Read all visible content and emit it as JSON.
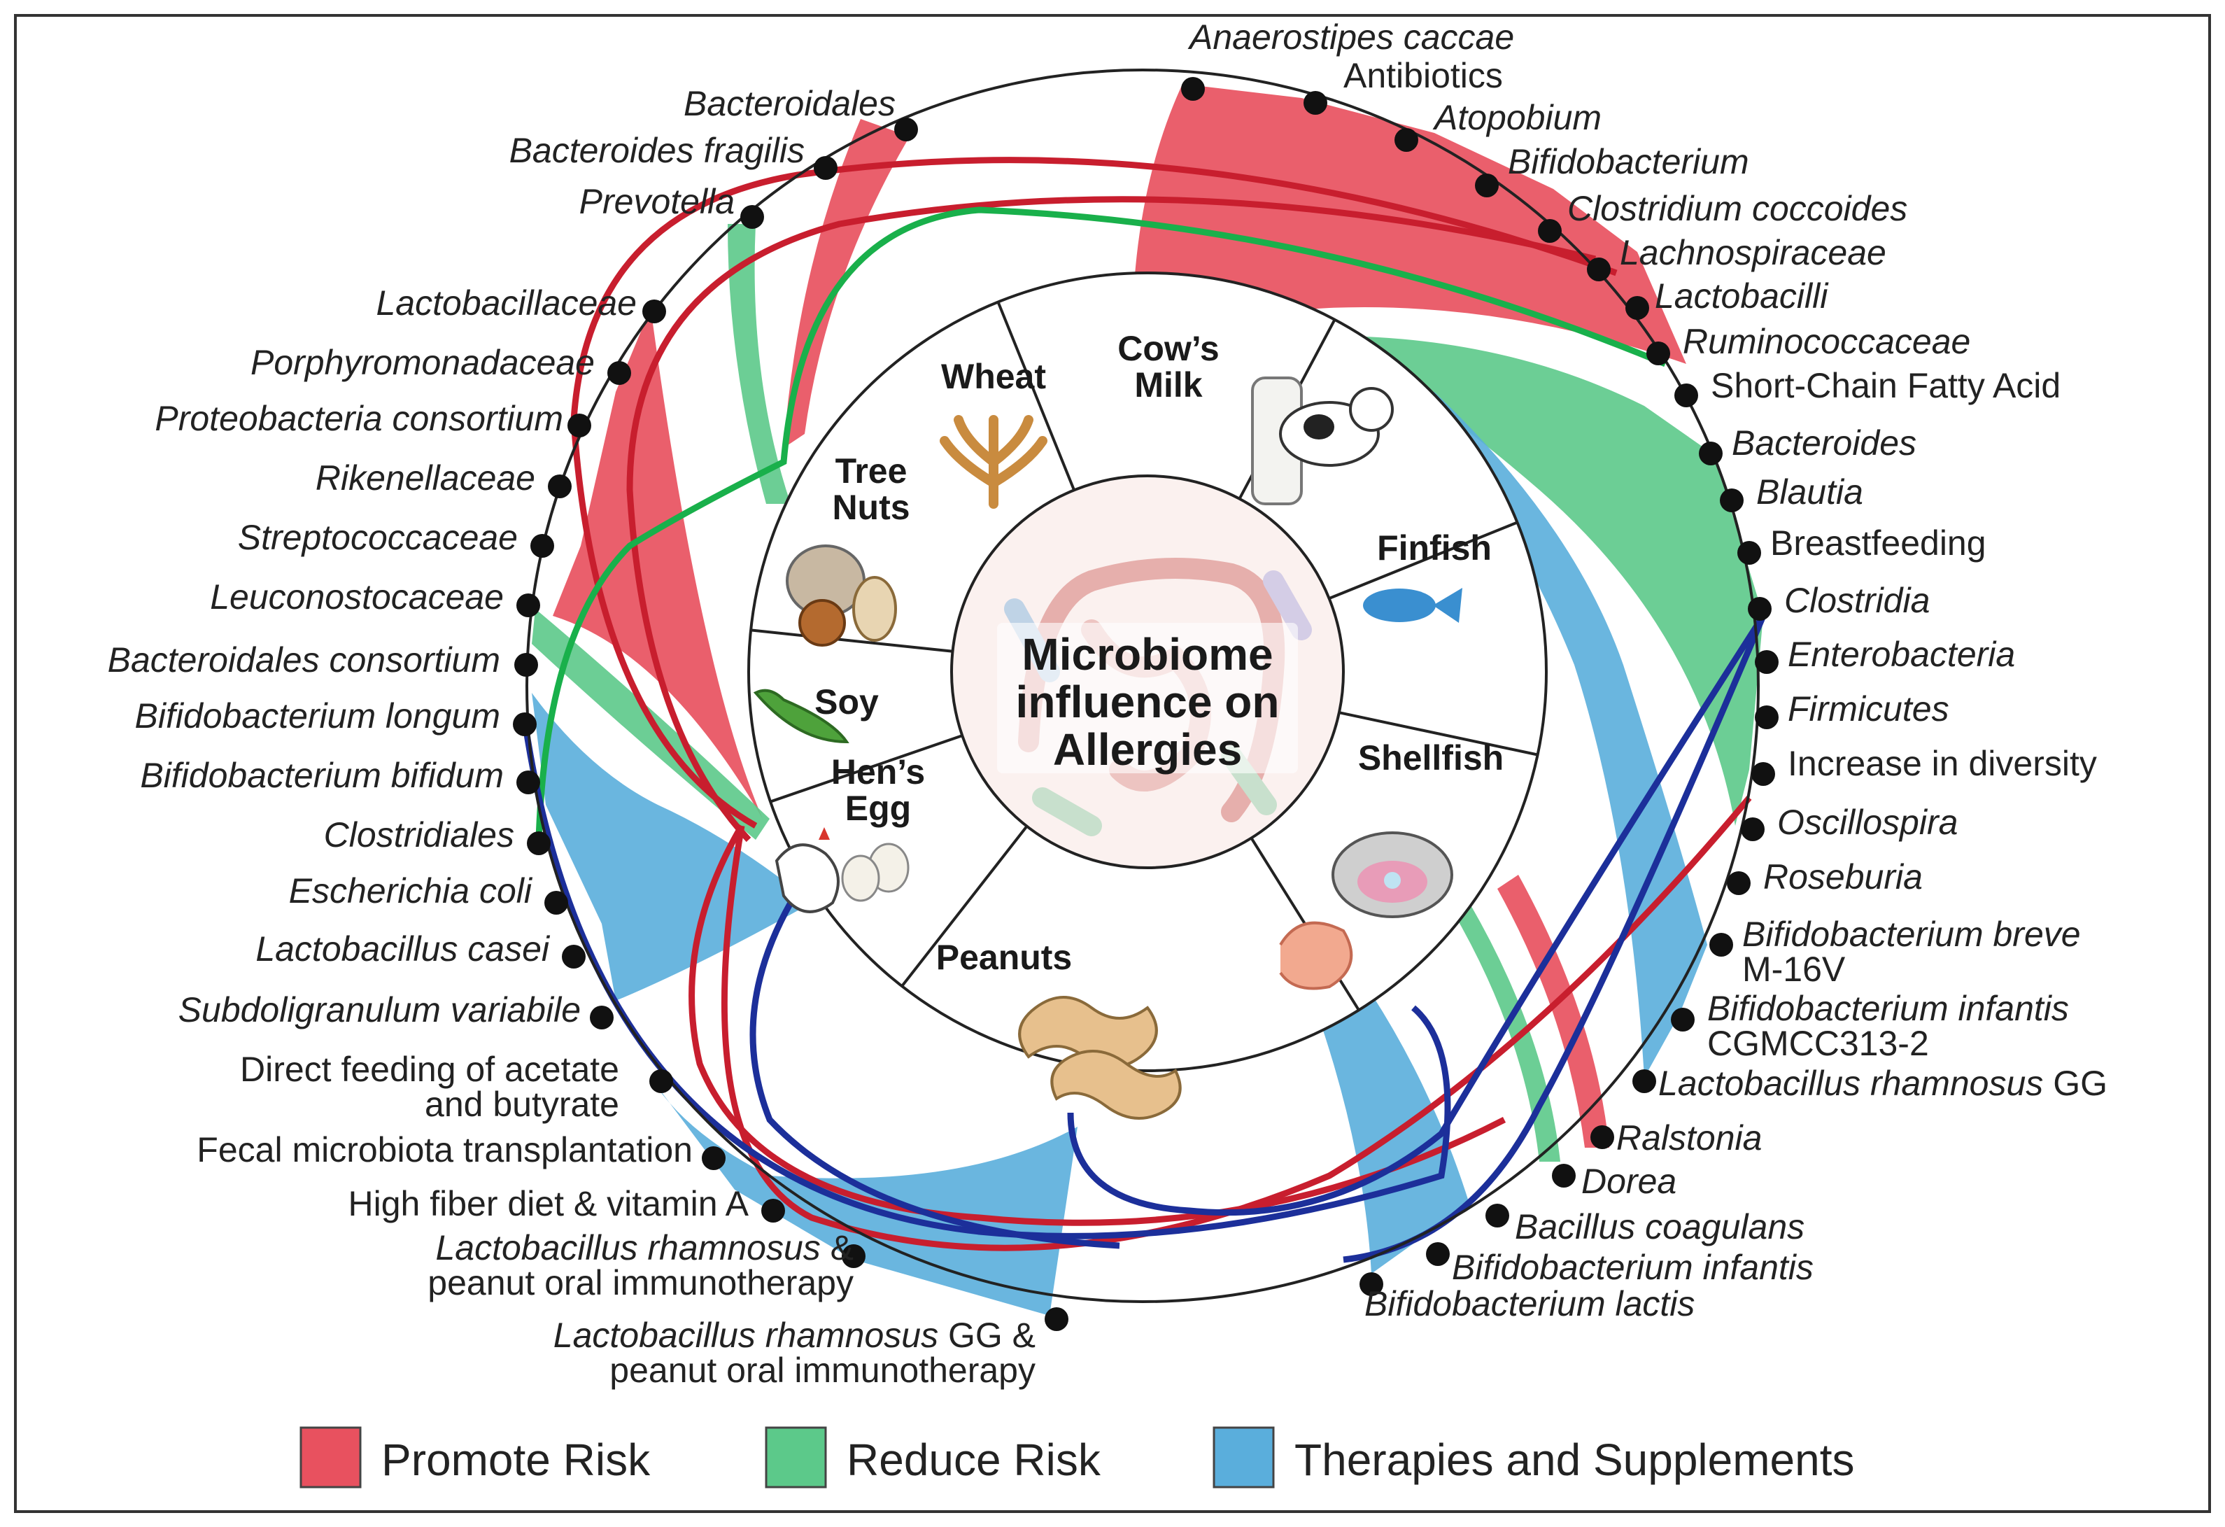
{
  "center_title": [
    "Microbiome",
    "influence on",
    "Allergies"
  ],
  "foods": [
    {
      "key": "wheat",
      "lines": [
        "Wheat"
      ]
    },
    {
      "key": "cows-milk",
      "lines": [
        "Cow’s",
        "Milk"
      ]
    },
    {
      "key": "finfish",
      "lines": [
        "Finfish"
      ]
    },
    {
      "key": "shellfish",
      "lines": [
        "Shellfish"
      ]
    },
    {
      "key": "peanuts",
      "lines": [
        "Peanuts"
      ]
    },
    {
      "key": "hens-egg",
      "lines": [
        "Hen’s",
        "Egg"
      ]
    },
    {
      "key": "soy",
      "lines": [
        "Soy"
      ]
    },
    {
      "key": "tree-nuts",
      "lines": [
        "Tree",
        "Nuts"
      ]
    }
  ],
  "labels": [
    {
      "id": "anaerostipes-caccae",
      "lines": [
        [
          {
            "t": "Anaerostipes caccae",
            "i": true
          }
        ]
      ]
    },
    {
      "id": "antibiotics",
      "lines": [
        [
          {
            "t": "Antibiotics",
            "i": false
          }
        ]
      ]
    },
    {
      "id": "atopobium",
      "lines": [
        [
          {
            "t": "Atopobium",
            "i": true
          }
        ]
      ]
    },
    {
      "id": "bifidobacterium",
      "lines": [
        [
          {
            "t": "Bifidobacterium",
            "i": true
          }
        ]
      ]
    },
    {
      "id": "clostridium-coccoides",
      "lines": [
        [
          {
            "t": "Clostridium coccoides",
            "i": true
          }
        ]
      ]
    },
    {
      "id": "lachnospiraceae",
      "lines": [
        [
          {
            "t": "Lachnospiraceae",
            "i": true
          }
        ]
      ]
    },
    {
      "id": "lactobacilli",
      "lines": [
        [
          {
            "t": "Lactobacilli",
            "i": true
          }
        ]
      ]
    },
    {
      "id": "ruminococcaceae",
      "lines": [
        [
          {
            "t": "Ruminococcaceae",
            "i": true
          }
        ]
      ]
    },
    {
      "id": "short-chain-fatty-acid",
      "lines": [
        [
          {
            "t": "Short-Chain Fatty Acid",
            "i": false
          }
        ]
      ]
    },
    {
      "id": "bacteroides",
      "lines": [
        [
          {
            "t": "Bacteroides",
            "i": true
          }
        ]
      ]
    },
    {
      "id": "blautia",
      "lines": [
        [
          {
            "t": "Blautia",
            "i": true
          }
        ]
      ]
    },
    {
      "id": "breastfeeding",
      "lines": [
        [
          {
            "t": "Breastfeeding",
            "i": false
          }
        ]
      ]
    },
    {
      "id": "clostridia",
      "lines": [
        [
          {
            "t": "Clostridia",
            "i": true
          }
        ]
      ]
    },
    {
      "id": "enterobacteria",
      "lines": [
        [
          {
            "t": "Enterobacteria",
            "i": true
          }
        ]
      ]
    },
    {
      "id": "firmicutes",
      "lines": [
        [
          {
            "t": "Firmicutes",
            "i": true
          }
        ]
      ]
    },
    {
      "id": "increase-in-diversity",
      "lines": [
        [
          {
            "t": "Increase in diversity",
            "i": false
          }
        ]
      ]
    },
    {
      "id": "oscillospira",
      "lines": [
        [
          {
            "t": "Oscillospira",
            "i": true
          }
        ]
      ]
    },
    {
      "id": "roseburia",
      "lines": [
        [
          {
            "t": "Roseburia",
            "i": true
          }
        ]
      ]
    },
    {
      "id": "bifidobacterium-breve",
      "lines": [
        [
          {
            "t": "Bifidobacterium breve",
            "i": true
          }
        ],
        [
          {
            "t": "M-16V",
            "i": false
          }
        ]
      ]
    },
    {
      "id": "bifidobacterium-infantis-cgmcc",
      "lines": [
        [
          {
            "t": "Bifidobacterium infantis",
            "i": true
          }
        ],
        [
          {
            "t": "CGMCC313-2",
            "i": false
          }
        ]
      ]
    },
    {
      "id": "lactobacillus-rhamnosus-gg",
      "lines": [
        [
          {
            "t": "Lactobacillus rhamnosus ",
            "i": true
          },
          {
            "t": "GG",
            "i": false
          }
        ]
      ]
    },
    {
      "id": "ralstonia",
      "lines": [
        [
          {
            "t": "Ralstonia",
            "i": true
          }
        ]
      ]
    },
    {
      "id": "dorea",
      "lines": [
        [
          {
            "t": "Dorea",
            "i": true
          }
        ]
      ]
    },
    {
      "id": "bacillus-coagulans",
      "lines": [
        [
          {
            "t": "Bacillus coagulans",
            "i": true
          }
        ]
      ]
    },
    {
      "id": "bifidobacterium-infantis",
      "lines": [
        [
          {
            "t": "Bifidobacterium infantis",
            "i": true
          }
        ]
      ]
    },
    {
      "id": "bifidobacterium-lactis",
      "lines": [
        [
          {
            "t": "Bifidobacterium lactis",
            "i": true
          }
        ]
      ]
    },
    {
      "id": "lgg-peanut-oit",
      "lines": [
        [
          {
            "t": "Lactobacillus rhamnosus",
            "i": true
          },
          {
            "t": " GG &",
            "i": false
          }
        ],
        [
          {
            "t": "peanut oral immunotherapy",
            "i": false
          }
        ]
      ]
    },
    {
      "id": "lr-peanut-oit",
      "lines": [
        [
          {
            "t": "Lactobacillus rhamnosus",
            "i": true
          },
          {
            "t": " &",
            "i": false
          }
        ],
        [
          {
            "t": "peanut oral immunotherapy",
            "i": false
          }
        ]
      ]
    },
    {
      "id": "high-fiber-diet",
      "lines": [
        [
          {
            "t": "High fiber diet & vitamin A",
            "i": false
          }
        ]
      ]
    },
    {
      "id": "fecal-microbiota-transplantation",
      "lines": [
        [
          {
            "t": "Fecal microbiota transplantation",
            "i": false
          }
        ]
      ]
    },
    {
      "id": "direct-feeding",
      "lines": [
        [
          {
            "t": "Direct feeding of acetate",
            "i": false
          }
        ],
        [
          {
            "t": "and butyrate",
            "i": false
          }
        ]
      ]
    },
    {
      "id": "subdoligranulum-variabile",
      "lines": [
        [
          {
            "t": "Subdoligranulum variabile",
            "i": true
          }
        ]
      ]
    },
    {
      "id": "lactobacillus-casei",
      "lines": [
        [
          {
            "t": "Lactobacillus casei",
            "i": true
          }
        ]
      ]
    },
    {
      "id": "escherichia-coli",
      "lines": [
        [
          {
            "t": "Escherichia coli",
            "i": true
          }
        ]
      ]
    },
    {
      "id": "clostridiales",
      "lines": [
        [
          {
            "t": "Clostridiales",
            "i": true
          }
        ]
      ]
    },
    {
      "id": "bifidobacterium-bifidum",
      "lines": [
        [
          {
            "t": "Bifidobacterium bifidum",
            "i": true
          }
        ]
      ]
    },
    {
      "id": "bifidobacterium-longum",
      "lines": [
        [
          {
            "t": "Bifidobacterium longum",
            "i": true
          }
        ]
      ]
    },
    {
      "id": "bacteroidales-consortium",
      "lines": [
        [
          {
            "t": "Bacteroidales consortium",
            "i": true
          }
        ]
      ]
    },
    {
      "id": "leuconostocaceae",
      "lines": [
        [
          {
            "t": "Leuconostocaceae",
            "i": true
          }
        ]
      ]
    },
    {
      "id": "streptococcaceae",
      "lines": [
        [
          {
            "t": "Streptococcaceae",
            "i": true
          }
        ]
      ]
    },
    {
      "id": "rikenellaceae",
      "lines": [
        [
          {
            "t": "Rikenellaceae",
            "i": true
          }
        ]
      ]
    },
    {
      "id": "proteobacteria-consortium",
      "lines": [
        [
          {
            "t": "Proteobacteria consortium",
            "i": true
          }
        ]
      ]
    },
    {
      "id": "porphyromonadaceae",
      "lines": [
        [
          {
            "t": "Porphyromonadaceae",
            "i": true
          }
        ]
      ]
    },
    {
      "id": "lactobacillaceae",
      "lines": [
        [
          {
            "t": "Lactobacillaceae",
            "i": true
          }
        ]
      ]
    },
    {
      "id": "prevotella",
      "lines": [
        [
          {
            "t": "Prevotella",
            "i": true
          }
        ]
      ]
    },
    {
      "id": "bacteroides-fragilis",
      "lines": [
        [
          {
            "t": "Bacteroides fragilis",
            "i": true
          }
        ]
      ]
    },
    {
      "id": "bacteroidales",
      "lines": [
        [
          {
            "t": "Bacteroidales",
            "i": true
          }
        ]
      ]
    }
  ],
  "legend": [
    {
      "label": "Promote Risk",
      "color": "#e8515f"
    },
    {
      "label": "Reduce Risk",
      "color": "#5cc98a"
    },
    {
      "label": "Therapies and Supplements",
      "color": "#5aaedc"
    }
  ],
  "colors": {
    "promote": "#e8515f",
    "reduce": "#5cc98a",
    "therapy": "#5aaedc",
    "red_line": "#c81e2e",
    "green_line": "#19b04b",
    "blue_line": "#1c2f9a"
  }
}
